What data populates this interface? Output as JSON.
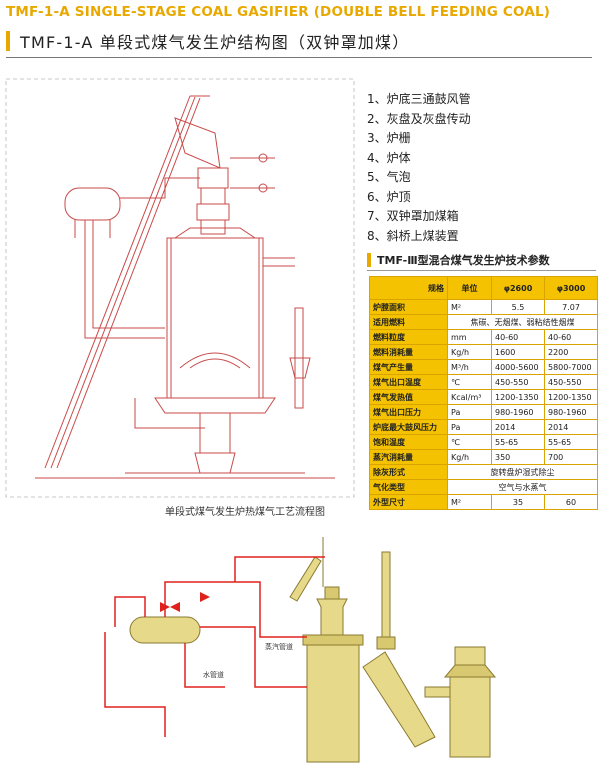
{
  "header": {
    "title_en": "TMF-1-A SINGLE-STAGE COAL GASIFIER (DOUBLE BELL FEEDING COAL)",
    "title_cn": "TMF-1-A 单段式煤气发生炉结构图（双钟罩加煤）"
  },
  "drawing": {
    "caption": "单段式煤气发生炉热煤气工艺流程图"
  },
  "legend": {
    "items": [
      "1、炉底三通鼓风管",
      "2、灰盘及灰盘传动",
      "3、炉栅",
      "4、炉体",
      "5、气泡",
      "6、炉顶",
      "7、双钟罩加煤箱",
      "8、斜桥上煤装置"
    ]
  },
  "spec_table": {
    "title": "TMF-Ⅲ型混合煤气发生炉技术参数",
    "header": {
      "spec_label": "规格",
      "unit_label": "单位",
      "col1": "φ2600",
      "col2": "φ3000"
    },
    "rows": [
      {
        "label": "炉膛面积",
        "unit": "M²",
        "v1": "5.5",
        "v2": "7.07"
      },
      {
        "label": "适用燃料",
        "unit": "",
        "v1": "焦碳、无烟煤、弱粘结性烟煤",
        "v2": ""
      },
      {
        "label": "燃料粒度",
        "unit": "mm",
        "v1": "40-60",
        "v2": "40-60"
      },
      {
        "label": "燃料消耗量",
        "unit": "Kg/h",
        "v1": "1600",
        "v2": "2200"
      },
      {
        "label": "煤气产生量",
        "unit": "M³/h",
        "v1": "4000-5600",
        "v2": "5800-7000"
      },
      {
        "label": "煤气出口温度",
        "unit": "℃",
        "v1": "450-550",
        "v2": "450-550"
      },
      {
        "label": "煤气发热值",
        "unit": "Kcal/m³",
        "v1": "1200-1350",
        "v2": "1200-1350"
      },
      {
        "label": "煤气出口压力",
        "unit": "Pa",
        "v1": "980-1960",
        "v2": "980-1960"
      },
      {
        "label": "炉底最大鼓风压力",
        "unit": "Pa",
        "v1": "2014",
        "v2": "2014"
      },
      {
        "label": "饱和温度",
        "unit": "℃",
        "v1": "55-65",
        "v2": "55-65"
      },
      {
        "label": "蒸汽消耗量",
        "unit": "Kg/h",
        "v1": "350",
        "v2": "700"
      },
      {
        "label": "除灰形式",
        "unit": "",
        "v1": "旋转盘炉湿式除尘",
        "v2": ""
      },
      {
        "label": "气化类型",
        "unit": "",
        "v1": "空气与水蒸气",
        "v2": ""
      },
      {
        "label": "外型尺寸",
        "unit": "M²",
        "v1": "35",
        "v2": "60"
      }
    ]
  },
  "process": {
    "steam_label": "蒸汽管道",
    "water_label": "水管道"
  },
  "colors": {
    "accent": "#e8a800",
    "table_header": "#f4c200",
    "pipe_red": "#e0201b",
    "equipment_yellow": "#e7d98a"
  }
}
